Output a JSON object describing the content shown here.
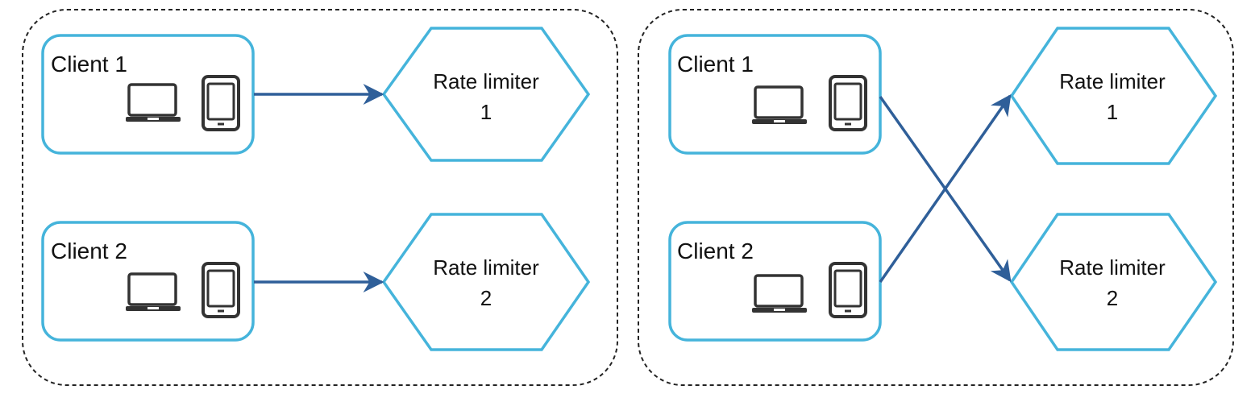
{
  "colors": {
    "box_stroke": "#45b4db",
    "arrow": "#2f5f99",
    "device": "#333333",
    "group_border": "#222222"
  },
  "icons": [
    "laptop-icon",
    "phone-icon"
  ],
  "panels": [
    {
      "clients": [
        {
          "label": "Client 1"
        },
        {
          "label": "Client 2"
        }
      ],
      "limiters": [
        {
          "line1": "Rate limiter",
          "line2": "1"
        },
        {
          "line1": "Rate limiter",
          "line2": "2"
        }
      ],
      "connections": [
        {
          "from": "Client 1",
          "to": "Rate limiter 1"
        },
        {
          "from": "Client 2",
          "to": "Rate limiter 2"
        }
      ]
    },
    {
      "clients": [
        {
          "label": "Client 1"
        },
        {
          "label": "Client 2"
        }
      ],
      "limiters": [
        {
          "line1": "Rate limiter",
          "line2": "1"
        },
        {
          "line1": "Rate limiter",
          "line2": "2"
        }
      ],
      "connections": [
        {
          "from": "Client 1",
          "to": "Rate limiter 2"
        },
        {
          "from": "Client 2",
          "to": "Rate limiter 1"
        }
      ]
    }
  ]
}
